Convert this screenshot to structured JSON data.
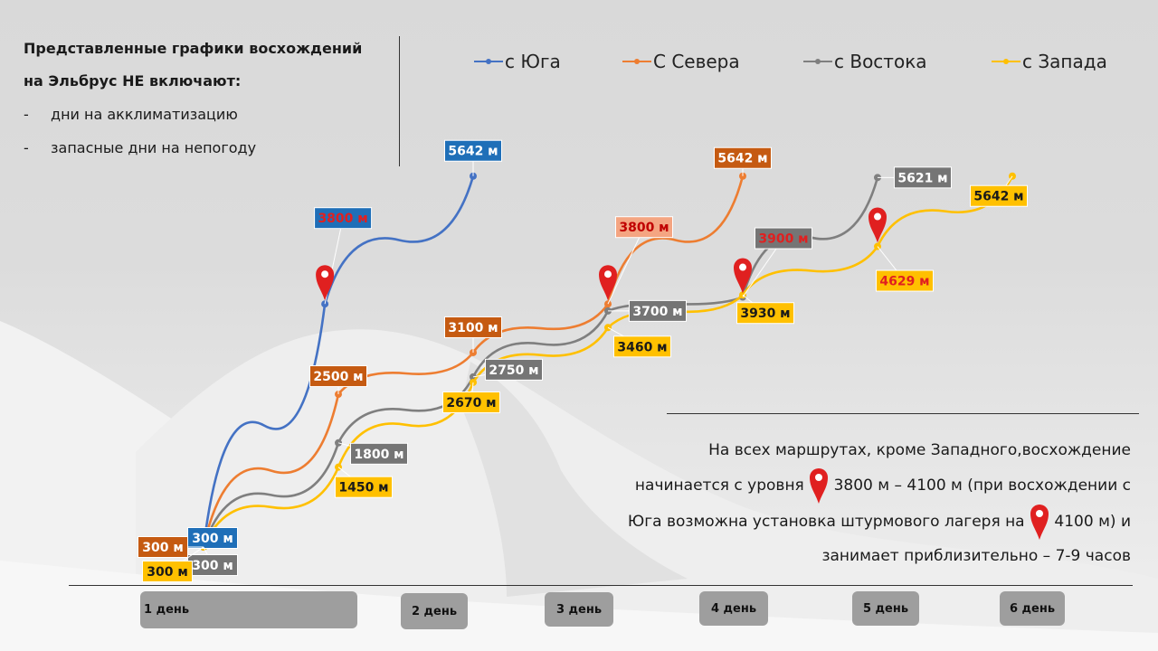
{
  "note": {
    "title_line1": "Представленные  графики восхождений",
    "title_line2": "на Эльбрус НЕ включают:",
    "items": [
      "дни на акклиматизацию",
      "запасные дни на непогоду"
    ],
    "dash": "-"
  },
  "legend": [
    {
      "label": "с Юга",
      "color": "#4472c4"
    },
    {
      "label": "С Севера",
      "color": "#ed7d31"
    },
    {
      "label": "с Востока",
      "color": "#7f7f7f"
    },
    {
      "label": "с Запада",
      "color": "#ffc000"
    }
  ],
  "description": {
    "line1": "На всех маршрутах, кроме Западного,восхождение",
    "line2_start": "начинается с уровня",
    "line2_end": "3800 м – 4100 м (при восхождении  с",
    "line3_start": "Юга возможна установка штурмового лагеря на",
    "line3_end": "4100 м) и",
    "line4": "занимает приблизительно – 7-9 часов"
  },
  "chart_data": {
    "type": "line",
    "categories": [
      "1 день",
      "2 день",
      "3 день",
      "4 день",
      "5 день",
      "6 день"
    ],
    "series": [
      {
        "name": "с Юга",
        "color": "#4472c4",
        "label_bg": "#1f6fb8",
        "points": [
          {
            "day": 1,
            "value": 300
          },
          {
            "day": 1.9,
            "value": 3800,
            "camp": true
          },
          {
            "day": 3,
            "value": 5642
          }
        ],
        "labels": [
          "300 м",
          "3800 м",
          "5642 м"
        ]
      },
      {
        "name": "С Севера",
        "color": "#ed7d31",
        "label_bg": "#c55a11",
        "points": [
          {
            "day": 1,
            "value": 300
          },
          {
            "day": 2,
            "value": 2500
          },
          {
            "day": 3,
            "value": 3100
          },
          {
            "day": 4,
            "value": 3800,
            "camp": true
          },
          {
            "day": 5,
            "value": 5642
          }
        ],
        "labels": [
          "300 м",
          "2500 м",
          "3100 м",
          "3800 м",
          "5642 м"
        ]
      },
      {
        "name": "с Востока",
        "color": "#7f7f7f",
        "label_bg": "#757575",
        "points": [
          {
            "day": 1,
            "value": 300
          },
          {
            "day": 2,
            "value": 1800
          },
          {
            "day": 3,
            "value": 2750
          },
          {
            "day": 4,
            "value": 3700
          },
          {
            "day": 5,
            "value": 3900,
            "camp": true
          },
          {
            "day": 6,
            "value": 5621
          }
        ],
        "labels": [
          "300 м",
          "1800 м",
          "2750 м",
          "3700 м",
          "3900 м",
          "5621 м"
        ]
      },
      {
        "name": "с Запада",
        "color": "#ffc000",
        "label_bg": "#ffc000",
        "points": [
          {
            "day": 1,
            "value": 300
          },
          {
            "day": 2,
            "value": 1450
          },
          {
            "day": 3,
            "value": 2670
          },
          {
            "day": 4,
            "value": 3460
          },
          {
            "day": 5,
            "value": 3930
          },
          {
            "day": 6,
            "value": 4629,
            "camp": true
          },
          {
            "day": 7,
            "value": 5642
          }
        ],
        "labels": [
          "300 м",
          "1450 м",
          "2670 м",
          "3460 м",
          "3930 м",
          "4629 м",
          "5642 м"
        ]
      }
    ]
  }
}
